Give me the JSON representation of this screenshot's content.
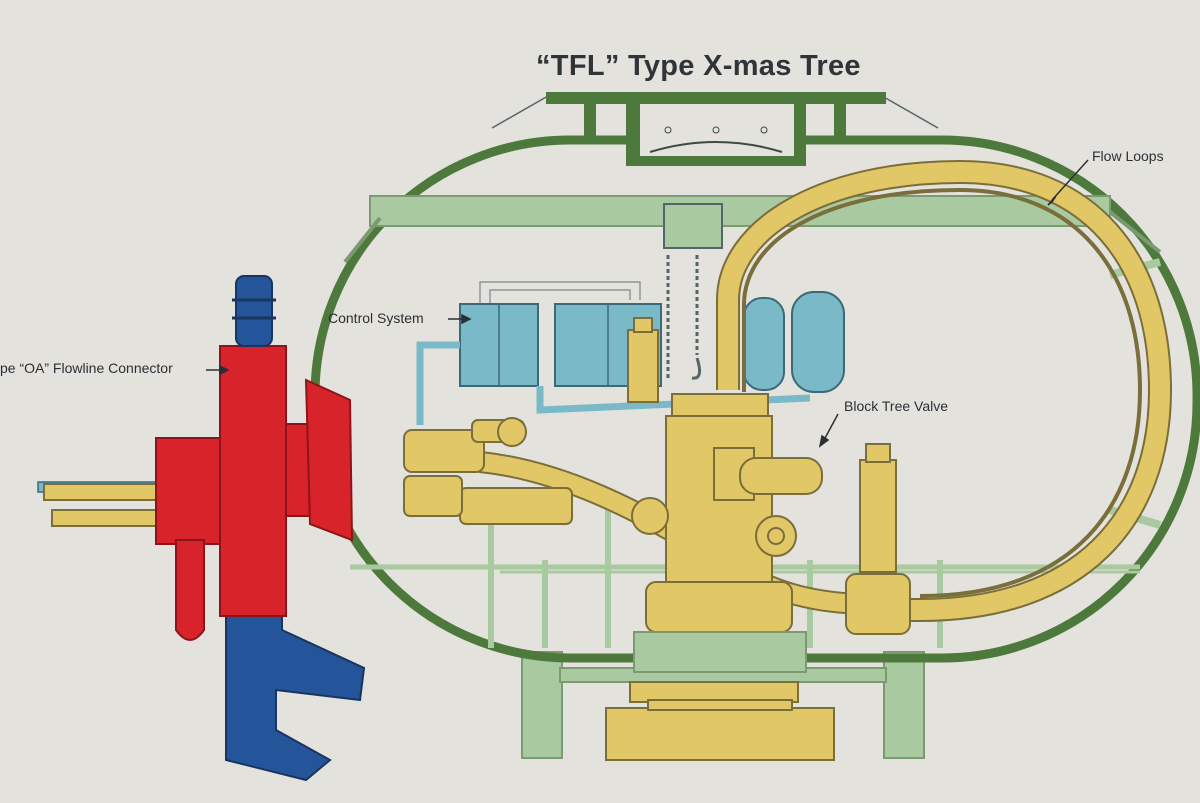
{
  "title": "“TFL” Type X-mas Tree",
  "labels": {
    "flow_loops": "Flow Loops",
    "control_system": "Control System",
    "flowline_connector": "pe “OA” Flowline Connector",
    "block_tree_valve": "Block Tree Valve"
  },
  "colors": {
    "background": "#e4e2dc",
    "chamber_outline": "#4d7a3c",
    "structure_green": "#a9c9a0",
    "tree_yellow": "#e2c766",
    "control_blue": "#79b9c8",
    "connector_red": "#d8232a",
    "pipe_blue": "#24559a"
  }
}
